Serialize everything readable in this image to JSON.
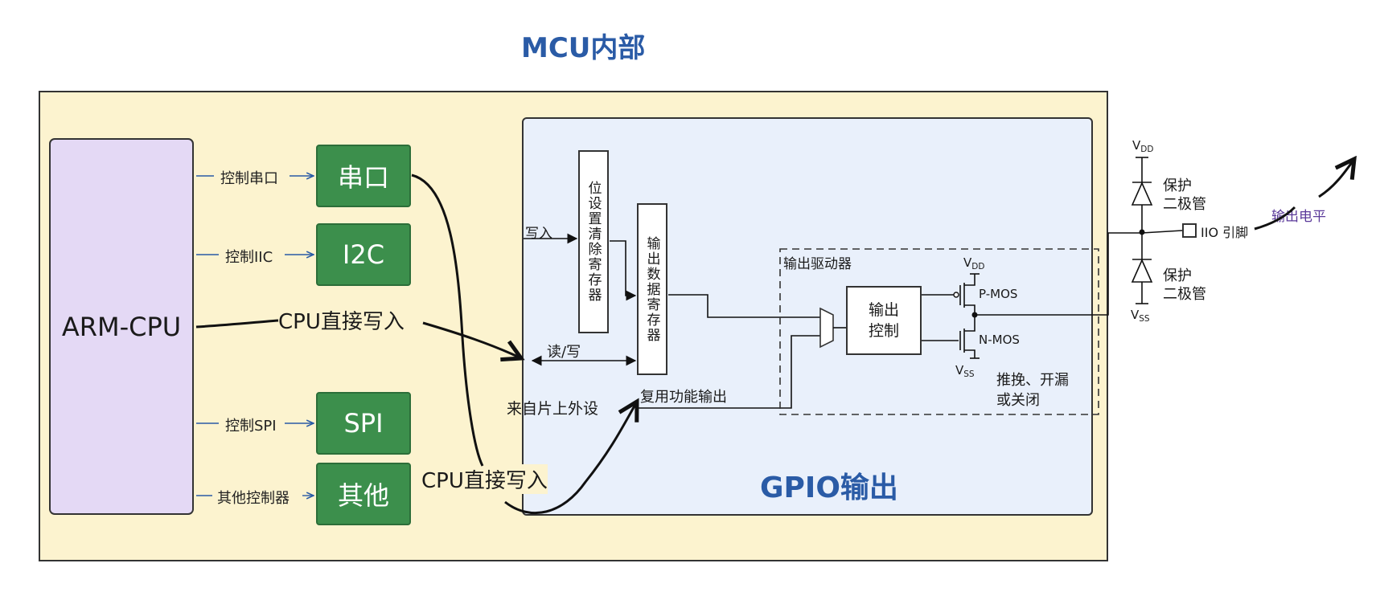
{
  "titles": {
    "mcu": "MCU内部",
    "gpio": "GPIO输出"
  },
  "cpu": {
    "label": "ARM-CPU"
  },
  "peripherals": [
    {
      "control_label": "控制串口",
      "label": "串口"
    },
    {
      "control_label": "控制IIC",
      "label": "I2C"
    },
    {
      "control_label": "控制SPI",
      "label": "SPI"
    },
    {
      "control_label": "其他控制器",
      "label": "其他"
    }
  ],
  "paths": {
    "cpu_direct_write_1": "CPU直接写入",
    "cpu_direct_write_2": "CPU直接写入",
    "write": "写入",
    "read_write": "读/写",
    "from_onchip_peripheral": "来自片上外设",
    "alt_function_output": "复用功能输出"
  },
  "registers": {
    "bit_set_clear": "位设置清除寄存器",
    "output_data": "输出数据寄存器"
  },
  "driver": {
    "label": "输出驱动器",
    "control": "输出控制",
    "pmos": "P-MOS",
    "nmos": "N-MOS",
    "vdd": "V",
    "vdd_sub": "DD",
    "vss": "V",
    "vss_sub": "SS",
    "modes_line1": "推挽、开漏",
    "modes_line2": "或关闭"
  },
  "protection": {
    "upper_line1": "保护",
    "upper_line2": "二极管",
    "lower_line1": "保护",
    "lower_line2": "二极管",
    "vdd": "V",
    "vdd_sub": "DD",
    "vss": "V",
    "vss_sub": "SS"
  },
  "pin": {
    "label": "IIO 引脚",
    "output_level": "输出电平"
  },
  "colors": {
    "title": "#2a5ba6",
    "mcu_background": "#fcf3cf",
    "gpio_background": "#e9f0fb",
    "cpu_background": "#e4d9f5",
    "peripheral_green": "#3c8f4c",
    "output_level_text": "#5b3a9a"
  }
}
